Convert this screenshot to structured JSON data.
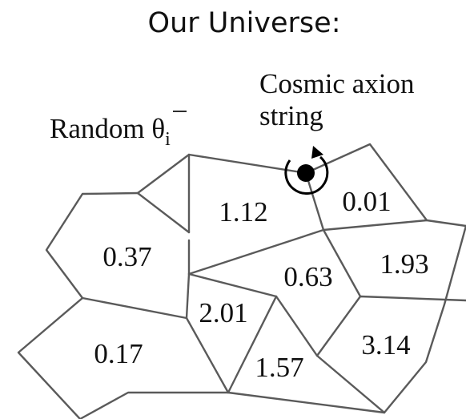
{
  "title": "Our Universe:",
  "labels": {
    "random_prefix": "Random ",
    "theta_symbol": "θ",
    "theta_subscript": "i",
    "string_line1": "Cosmic axion",
    "string_line2": "string"
  },
  "cells": [
    {
      "id": "a",
      "value": "1.12"
    },
    {
      "id": "b",
      "value": "0.01"
    },
    {
      "id": "c",
      "value": "0.37"
    },
    {
      "id": "d",
      "value": "0.63"
    },
    {
      "id": "e",
      "value": "1.93"
    },
    {
      "id": "f",
      "value": "2.01"
    },
    {
      "id": "g",
      "value": "0.17"
    },
    {
      "id": "h",
      "value": "1.57"
    },
    {
      "id": "i",
      "value": "3.14"
    }
  ],
  "colors": {
    "edge": "#5a5a5a",
    "text": "#111111",
    "string_core": "#000000"
  }
}
